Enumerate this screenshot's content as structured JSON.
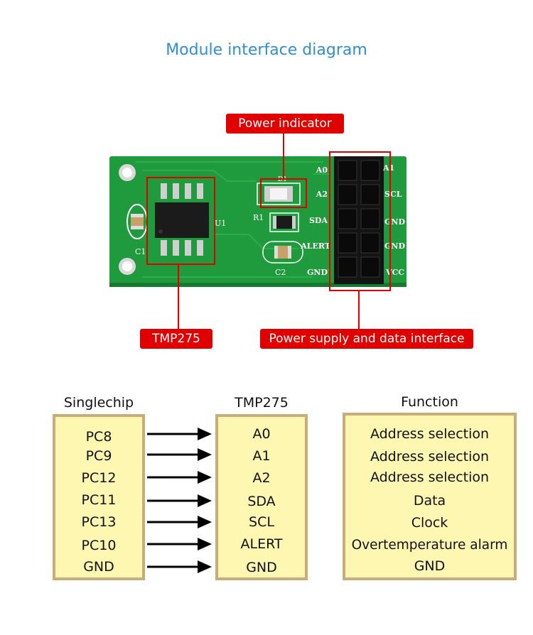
{
  "title": "Module interface diagram",
  "labels": {
    "power_indicator": "Power indicator",
    "chip": "TMP275",
    "interface": "Power supply and data interface"
  },
  "board": {
    "chip_ref": "U1",
    "cap1": "C1",
    "cap2": "C2",
    "res": "R1",
    "led": "D1",
    "pins_left": [
      "A0",
      "A2",
      "SDA",
      "ALERT",
      "GND"
    ],
    "pins_right": [
      "A1",
      "SCL",
      "GND",
      "GND",
      "VCC"
    ]
  },
  "table": {
    "headers": {
      "singlechip": "Singlechip",
      "tmp275": "TMP275",
      "function": "Function"
    },
    "rows": [
      {
        "mcu": "PC8",
        "pin": "A0",
        "func": "Address selection"
      },
      {
        "mcu": "PC9",
        "pin": "A1",
        "func": "Address selection"
      },
      {
        "mcu": "PC12",
        "pin": "A2",
        "func": "Address selection"
      },
      {
        "mcu": "PC11",
        "pin": "SDA",
        "func": "Data"
      },
      {
        "mcu": "PC13",
        "pin": "SCL",
        "func": "Clock"
      },
      {
        "mcu": "PC10",
        "pin": "ALERT",
        "func": "Overtemperature alarm"
      },
      {
        "mcu": "GND",
        "pin": "GND",
        "func": "GND"
      }
    ]
  },
  "colors": {
    "title": "#2f8fd0",
    "label_bg": "#e00000",
    "pcb": "#1f9a3c",
    "box_fill": "#fdf7b2",
    "box_border": "#c9ad78"
  }
}
